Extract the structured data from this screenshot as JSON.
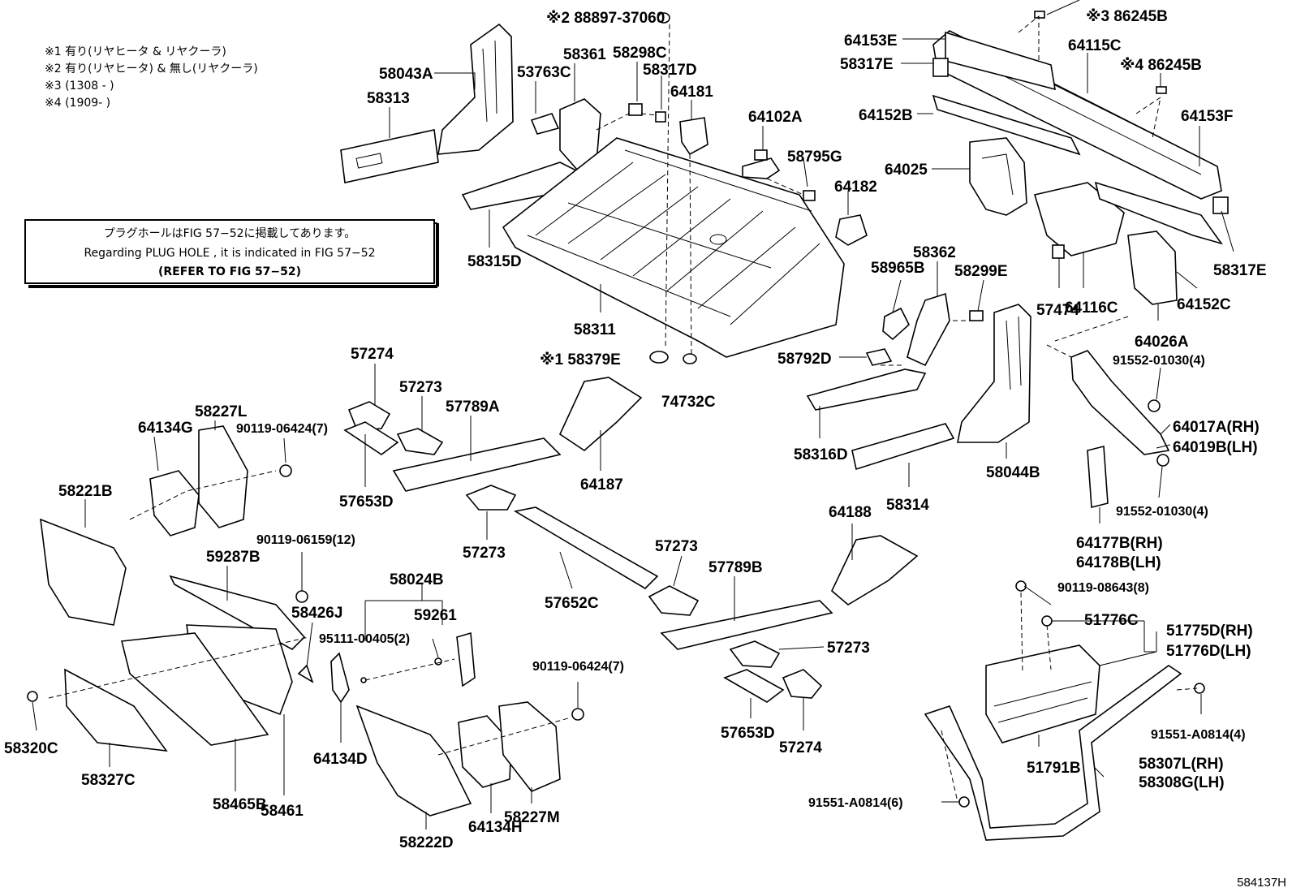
{
  "notes": [
    "※1 有り(リヤヒータ & リヤクーラ)",
    "※2 有り(リヤヒータ) & 無し(リヤクーラ)",
    "※3 (1308 -      )",
    "※4 (1909-       )"
  ],
  "reference_box": {
    "line1": "プラグホールはFIG 57−52に掲載してあります。",
    "line2": "Regarding  PLUG  HOLE , it is indicated in FIG  57−52",
    "line3": "(REFER TO FIG 57−52)"
  },
  "drawing_code": "584137H",
  "labels": {
    "p88897": "※2 88897-37060",
    "p86245b_3": "※3  86245B",
    "p86245b_4": "※4 86245B",
    "p58379e": "※1 58379E",
    "p58043a": "58043A",
    "p58313": "58313",
    "p53763c": "53763C",
    "p58361": "58361",
    "p58298c": "58298C",
    "p58317d": "58317D",
    "p64181": "64181",
    "p64102a": "64102A",
    "p58795g": "58795G",
    "p64182": "64182",
    "p58315d": "58315D",
    "p58311": "58311",
    "p74732c": "74732C",
    "p64153e": "64153E",
    "p58317e_a": "58317E",
    "p64115c": "64115C",
    "p64152b": "64152B",
    "p64153f": "64153F",
    "p64025": "64025",
    "p58317e_b": "58317E",
    "p64116c": "64116C",
    "p57474": "57474",
    "p64152c": "64152C",
    "p64026a": "64026A",
    "p58965b": "58965B",
    "p58362": "58362",
    "p58299e": "58299E",
    "p58792d": "58792D",
    "p58316d": "58316D",
    "p58314": "58314",
    "p58044b": "58044B",
    "p91552_a": "91552-01030(4)",
    "p64017a": "64017A(RH)",
    "p64019b": "64019B(LH)",
    "p91552_b": "91552-01030(4)",
    "p64177b": "64177B(RH)",
    "p64178b": "64178B(LH)",
    "p57274_a": "57274",
    "p57273_a": "57273",
    "p57789a": "57789A",
    "p64187": "64187",
    "p57653d_a": "57653D",
    "p57273_b": "57273",
    "p57652c": "57652C",
    "p57273_c": "57273",
    "p64188": "64188",
    "p57789b": "57789B",
    "p57273_d": "57273",
    "p57653d_b": "57653D",
    "p57274_b": "57274",
    "p64134g": "64134G",
    "p58227l": "58227L",
    "p90119_06424_a": "90119-06424(7)",
    "p58221b": "58221B",
    "p90119_06159": "90119-06159(12)",
    "p59287b": "59287B",
    "p58426j": "58426J",
    "p58024b": "58024B",
    "p59261": "59261",
    "p95111": "95111-00405(2)",
    "p58320c": "58320C",
    "p58327c": "58327C",
    "p58465b": "58465B",
    "p58461": "58461",
    "p64134d": "64134D",
    "p90119_06424_b": "90119-06424(7)",
    "p58222d": "58222D",
    "p64134h": "64134H",
    "p58227m": "58227M",
    "p90119_08643": "90119-08643(8)",
    "p51776c": "51776C",
    "p51775d": "51775D(RH)",
    "p51776d": "51776D(LH)",
    "p91551_a": "91551-A0814(4)",
    "p51791b": "51791B",
    "p58307l": "58307L(RH)",
    "p58308g": "58308G(LH)",
    "p91551_b": "91551-A0814(6)"
  }
}
